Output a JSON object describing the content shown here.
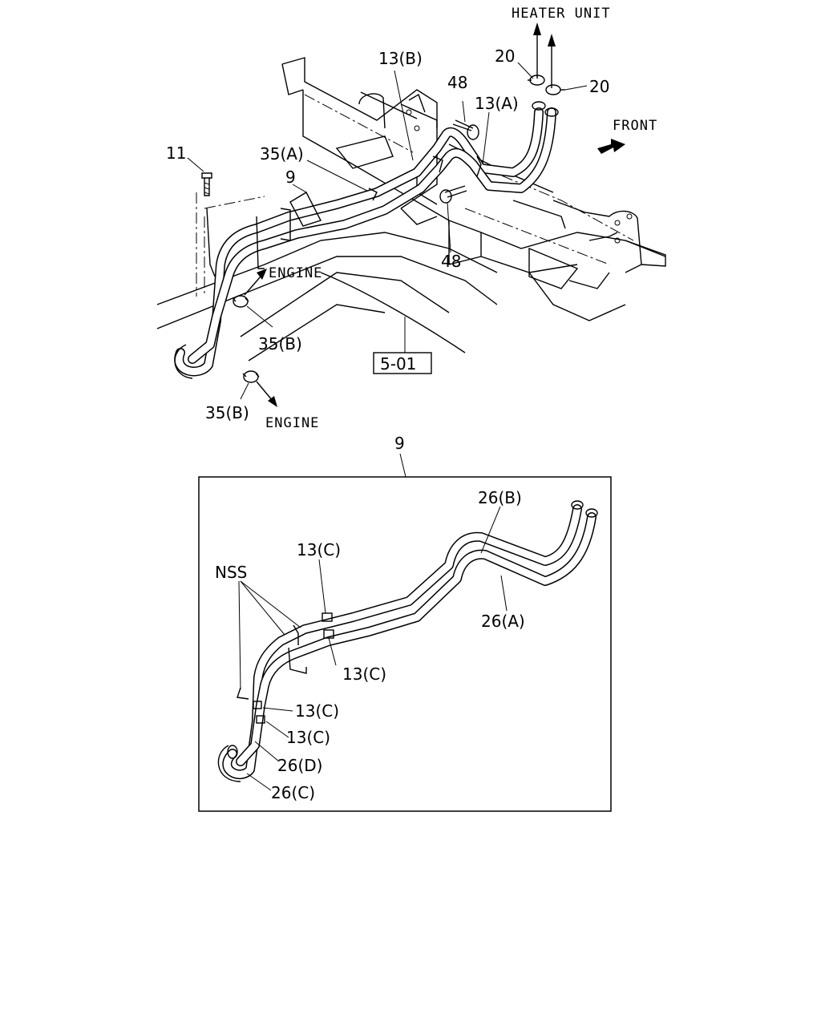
{
  "top_view": {
    "heater_unit": "HEATER UNIT",
    "front": "FRONT",
    "engine_upper": "ENGINE",
    "engine_lower": "ENGINE",
    "part_11": "11",
    "part_35a": "35(A)",
    "part_9": "9",
    "part_13b": "13(B)",
    "part_48_top": "48",
    "part_13a": "13(A)",
    "part_20_left": "20",
    "part_20_right": "20",
    "part_48_bottom": "48",
    "part_35b_upper": "35(B)",
    "part_35b_lower": "35(B)",
    "ref_box": "5-01"
  },
  "detail_view": {
    "callout": "9",
    "part_26b": "26(B)",
    "part_26a": "26(A)",
    "part_13c_top": "13(C)",
    "part_13c_mid": "13(C)",
    "part_13c_low1": "13(C)",
    "part_13c_low2": "13(C)",
    "nss": "NSS",
    "part_26d": "26(D)",
    "part_26c": "26(C)"
  }
}
